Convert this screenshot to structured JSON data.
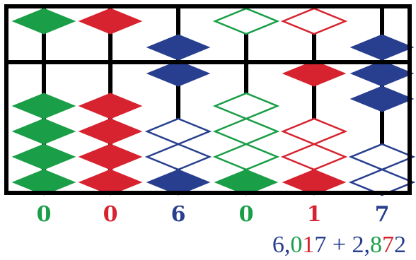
{
  "colors": {
    "green": "#1a9e47",
    "red": "#d7232f",
    "blue": "#283f8f",
    "frame": "#000000"
  },
  "rods": [
    {
      "digit": "0",
      "color": "green",
      "upper": [
        true
      ],
      "lower": [
        true,
        true,
        true,
        true
      ]
    },
    {
      "digit": "0",
      "color": "red",
      "upper": [
        true
      ],
      "lower": [
        true,
        true,
        true,
        true
      ]
    },
    {
      "digit": "6",
      "color": "blue",
      "upper": [
        true,
        true
      ],
      "lower": [
        false,
        false,
        false,
        true
      ]
    },
    {
      "digit": "0",
      "color": "green",
      "upper": [
        false
      ],
      "lower": [
        false,
        false,
        false,
        false,
        true
      ]
    },
    {
      "digit": "1",
      "color": "red",
      "upper": [
        false
      ],
      "lower": [
        true,
        false,
        false,
        true
      ]
    },
    {
      "digit": "7",
      "color": "blue",
      "upper": [
        true,
        true,
        true
      ],
      "lower": [
        false,
        false
      ]
    }
  ],
  "equation": {
    "parts": [
      {
        "text": "6,",
        "color": "blue"
      },
      {
        "text": "0",
        "color": "green"
      },
      {
        "text": "1",
        "color": "red"
      },
      {
        "text": "7",
        "color": "blue"
      },
      {
        "text": " + ",
        "color": "blue"
      },
      {
        "text": "2,",
        "color": "blue"
      },
      {
        "text": "8",
        "color": "green"
      },
      {
        "text": "7",
        "color": "red"
      },
      {
        "text": "2",
        "color": "blue"
      }
    ]
  }
}
